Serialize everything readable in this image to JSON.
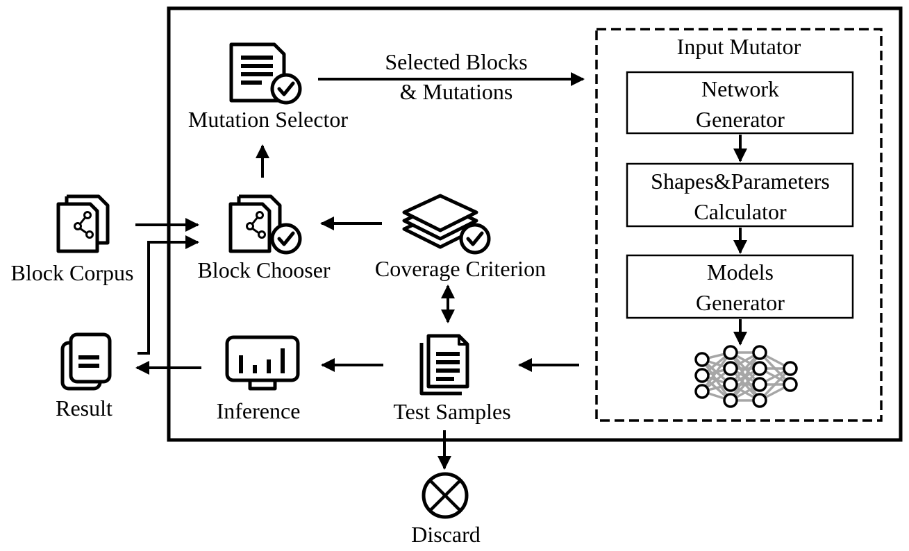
{
  "labels": {
    "mutation_selector": "Mutation Selector",
    "selected_line1": "Selected Blocks",
    "selected_line2": "& Mutations",
    "input_mutator": "Input Mutator",
    "network_gen_1": "Network",
    "network_gen_2": "Generator",
    "shapes_1": "Shapes&Parameters",
    "shapes_2": "Calculator",
    "models_1": "Models",
    "models_2": "Generator",
    "block_corpus": "Block Corpus",
    "block_chooser": "Block Chooser",
    "coverage": "Coverage Criterion",
    "result": "Result",
    "inference": "Inference",
    "test_samples": "Test Samples",
    "discard": "Discard"
  },
  "icons": {
    "mutation_selector": "checked-document-icon",
    "block_corpus": "graph-documents-icon",
    "block_chooser": "graph-documents-check-icon",
    "coverage": "layers-check-icon",
    "result": "result-documents-icon",
    "inference": "bar-chart-monitor-icon",
    "test_samples": "stacked-pages-icon",
    "model": "neural-network-icon",
    "discard": "circle-x-icon"
  },
  "colors": {
    "stroke": "#000000",
    "network_edges": "#a6a6a6",
    "background": "#ffffff"
  }
}
